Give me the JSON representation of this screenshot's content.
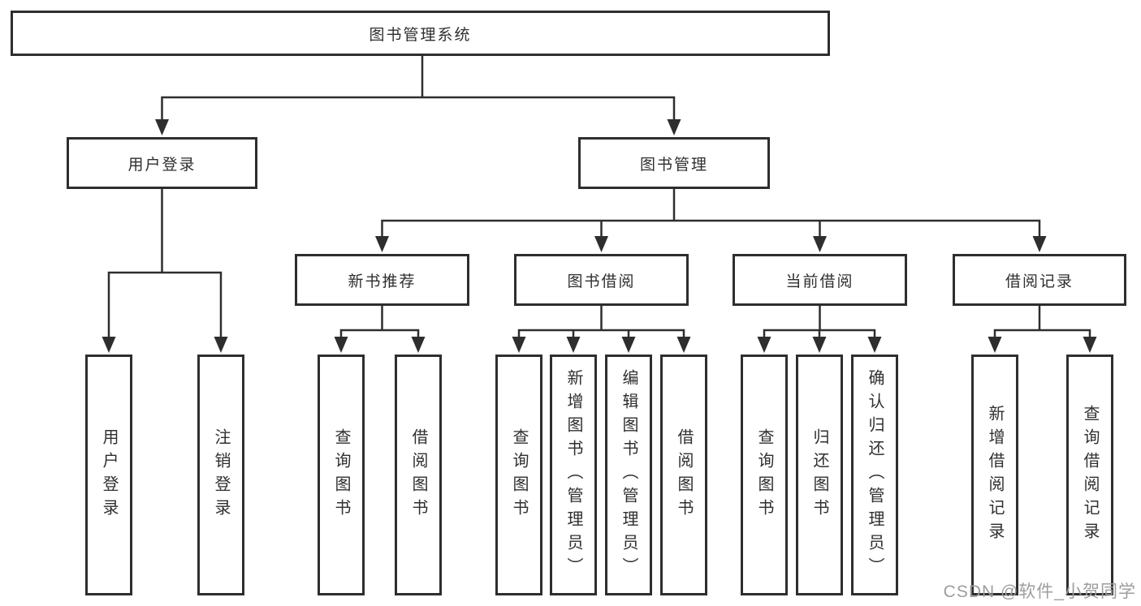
{
  "colors": {
    "line": "#2e2e2e",
    "box_border": "#2e2e2e",
    "box_fill": "#ffffff",
    "background": "#ffffff",
    "watermark": "#9d9d9d"
  },
  "watermark": {
    "text": "CSDN @软件_小贺同学"
  },
  "tree": {
    "label": "图书管理系统",
    "children": [
      {
        "label": "用户登录",
        "children": [
          {
            "label": "用户登录"
          },
          {
            "label": "注销登录"
          }
        ]
      },
      {
        "label": "图书管理",
        "children": [
          {
            "label": "新书推荐",
            "children": [
              {
                "label": "查询图书"
              },
              {
                "label": "借阅图书"
              }
            ]
          },
          {
            "label": "图书借阅",
            "children": [
              {
                "label": "查询图书"
              },
              {
                "label": "新增图书（管理员）"
              },
              {
                "label": "编辑图书（管理员）"
              },
              {
                "label": "借阅图书"
              }
            ]
          },
          {
            "label": "当前借阅",
            "children": [
              {
                "label": "查询图书"
              },
              {
                "label": "归还图书"
              },
              {
                "label": "确认归还（管理员）"
              }
            ]
          },
          {
            "label": "借阅记录",
            "children": [
              {
                "label": "新增借阅记录"
              },
              {
                "label": "查询借阅记录"
              }
            ]
          }
        ]
      }
    ]
  }
}
